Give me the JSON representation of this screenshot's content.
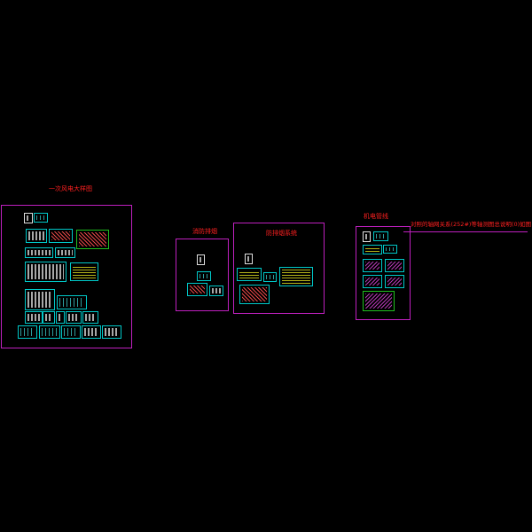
{
  "labels": {
    "group1": "一次风电大样图",
    "group2": "消防排烟",
    "group3": "防排烟系统",
    "group4": "机电管线",
    "note": "对照的轴网关系(252#)等轴测图总说明(0)如图"
  },
  "colors": {
    "background": "#000000",
    "text": "#ff2020",
    "frame": "#c020c0",
    "sheet_border": "#00c8c8"
  }
}
